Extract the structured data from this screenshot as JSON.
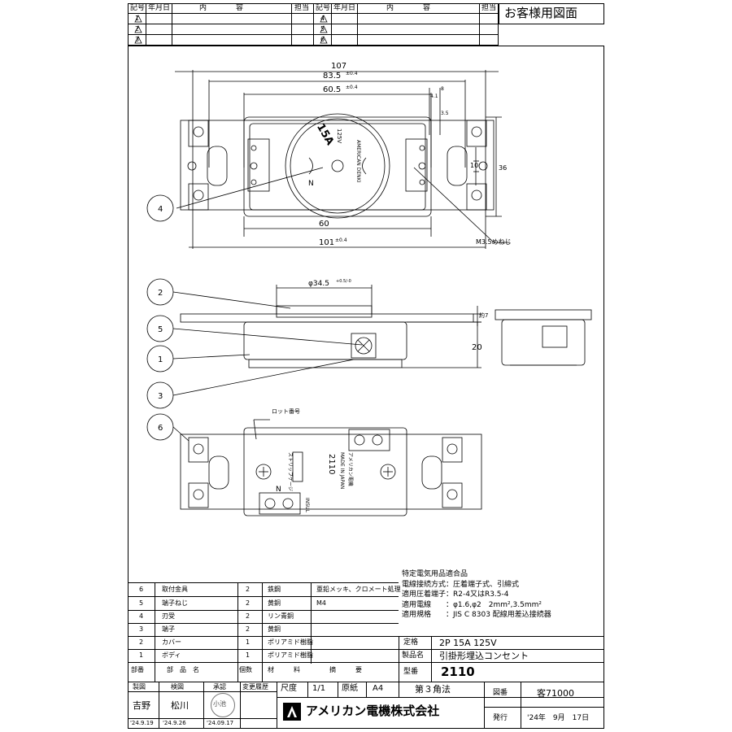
{
  "revision_table": {
    "left_headers": {
      "mark": "記号",
      "date": "年月日",
      "content": "内　　　　容",
      "charge": "担当"
    },
    "right_headers": {
      "mark": "記号",
      "date": "年月日",
      "content": "内　　　　容",
      "charge": "担当"
    },
    "left_marks": [
      "1",
      "2",
      "3"
    ],
    "right_marks": [
      "4",
      "5",
      "6"
    ]
  },
  "customer_label": "お客様用図面",
  "dimensions": {
    "d107": "107",
    "d83_5": "83.5",
    "d83_5_tol": "±0.4",
    "d60_5": "60.5",
    "d60_5_tol": "±0.4",
    "d60": "60",
    "d101": "101",
    "d101_tol": "±0.4",
    "d10": "10",
    "d36": "36",
    "d4_1": "4.1",
    "d8": "8",
    "d3_5": "3.5",
    "dia34_5": "φ34.5",
    "dia34_5_tol": "+0.5/-0",
    "about7": "約7",
    "d20": "20",
    "screw": "M3.5めねじ",
    "lot": "ロット番号"
  },
  "receptacle_text": {
    "rating": "15A",
    "volt": "125V",
    "brand": "AMERICAN DENKI",
    "n": "N",
    "model": "2110",
    "made": "MADE IN JAPAN",
    "maker_small": "アメリカン電機",
    "strip_gauge": "ストリップゲージ",
    "insul": "INSUL"
  },
  "callouts": [
    "4",
    "2",
    "5",
    "1",
    "3",
    "6"
  ],
  "spec_notes": [
    "特定電気用品適合品",
    "電線接続方式：圧着端子式、引締式",
    "適用圧着端子：R2-4又はR3.5-4",
    "適用電線　　：φ1.6,φ2　2mm²,3.5mm²",
    "適用規格　　：JIS C 8303 配線用差込接続器"
  ],
  "parts": [
    {
      "no": "6",
      "name": "取付金具",
      "qty": "2",
      "material": "鉄鋼",
      "note": "亜鉛メッキ、クロメート処理"
    },
    {
      "no": "5",
      "name": "端子ねじ",
      "qty": "2",
      "material": "黄銅",
      "note": "M4"
    },
    {
      "no": "4",
      "name": "刃受",
      "qty": "2",
      "material": "リン青銅",
      "note": ""
    },
    {
      "no": "3",
      "name": "端子",
      "qty": "2",
      "material": "黄銅",
      "note": ""
    },
    {
      "no": "2",
      "name": "カバー",
      "qty": "1",
      "material": "ポリアミド樹脂",
      "note": ""
    },
    {
      "no": "1",
      "name": "ボディ",
      "qty": "1",
      "material": "ポリアミド樹脂",
      "note": ""
    }
  ],
  "parts_header": {
    "no": "部番",
    "name": "部　品　名",
    "qty": "個数",
    "material": "材　　　料",
    "note": "摘　　　要"
  },
  "rating_row": {
    "label": "定格",
    "value": "2P 15A 125V"
  },
  "product_row": {
    "label": "製品名",
    "value": "引掛形埋込コンセント"
  },
  "model_row": {
    "label": "型番",
    "value": "2110"
  },
  "approval": {
    "made_label": "製図",
    "check_label": "検図",
    "approve_label": "承認",
    "change_label": "変更履歴",
    "made_name": "吉野",
    "check_name": "松川",
    "approve_name": "小池",
    "made_date": "'24.9.19",
    "check_date": "'24.9.26",
    "approve_date": "'24.09.17"
  },
  "scale": {
    "label": "尺度",
    "value": "1/1",
    "paper_label": "原紙",
    "paper_value": "A4",
    "projection": "第３角法"
  },
  "drawing_no": {
    "label": "図番",
    "value": "客71000"
  },
  "issue": {
    "label": "発行",
    "value": "'24年　9月　17日"
  },
  "company": "アメリカン電機株式会社"
}
